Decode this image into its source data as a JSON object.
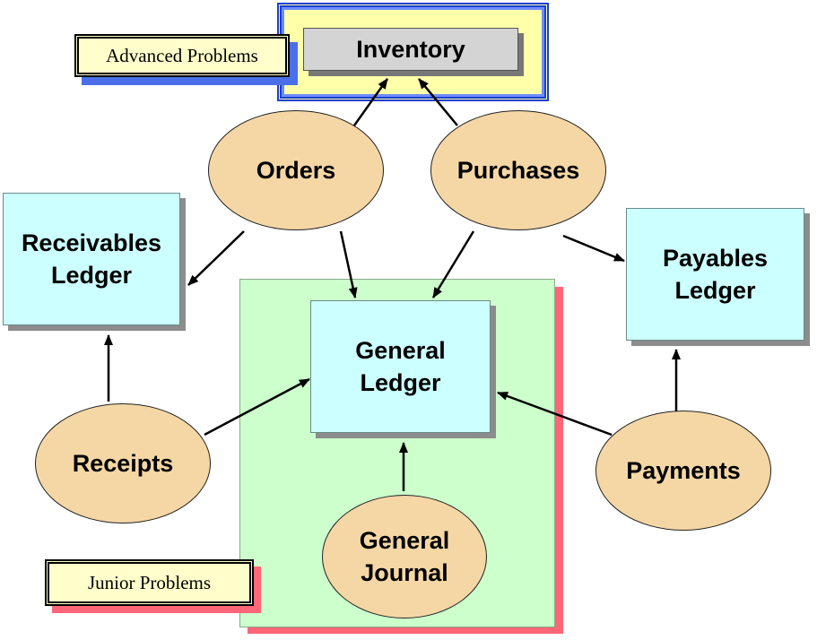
{
  "colors": {
    "ledger_fill": "#ccffff",
    "oval_fill": "#f5d7a6",
    "junior_area": "#ccffcc",
    "junior_shadow": "#ff6677",
    "advanced_area": "#ffffaa",
    "advanced_border": "#1a3fd1",
    "inventory_box": "#d4d4d4",
    "tag_fill": "#ffffcc"
  },
  "labels": {
    "advanced_problems": "Advanced Problems",
    "junior_problems": "Junior Problems"
  },
  "nodes": {
    "inventory": "Inventory",
    "orders": "Orders",
    "purchases": "Purchases",
    "receivables_line1": "Receivables",
    "receivables_line2": "Ledger",
    "payables_line1": "Payables",
    "payables_line2": "Ledger",
    "general_ledger_line1": "General",
    "general_ledger_line2": "Ledger",
    "receipts": "Receipts",
    "payments": "Payments",
    "general_journal_line1": "General",
    "general_journal_line2": "Journal"
  },
  "edges": [
    {
      "from": "Orders",
      "to": "Inventory"
    },
    {
      "from": "Purchases",
      "to": "Inventory"
    },
    {
      "from": "Orders",
      "to": "Receivables Ledger"
    },
    {
      "from": "Orders",
      "to": "General Ledger"
    },
    {
      "from": "Purchases",
      "to": "General Ledger"
    },
    {
      "from": "Purchases",
      "to": "Payables Ledger"
    },
    {
      "from": "Receipts",
      "to": "Receivables Ledger"
    },
    {
      "from": "Receipts",
      "to": "General Ledger"
    },
    {
      "from": "Payments",
      "to": "Payables Ledger"
    },
    {
      "from": "Payments",
      "to": "General Ledger"
    },
    {
      "from": "General Journal",
      "to": "General Ledger"
    }
  ]
}
